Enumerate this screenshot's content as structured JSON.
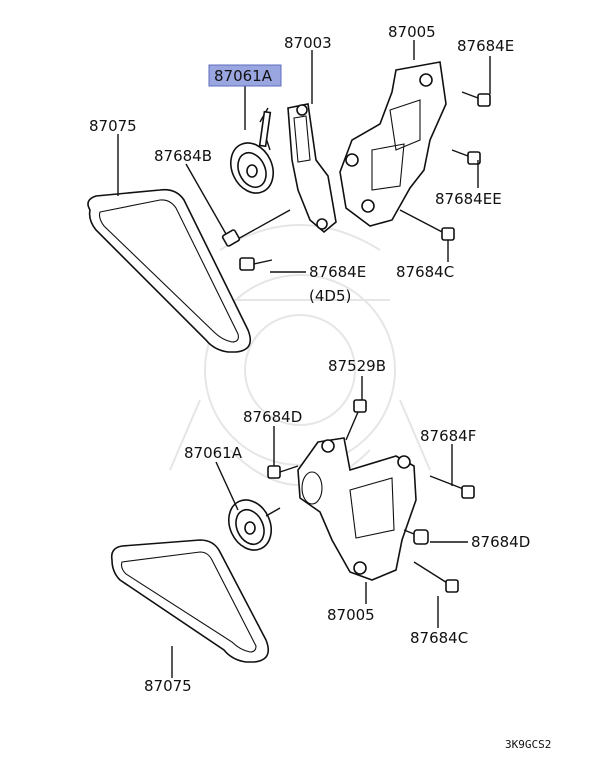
{
  "parts": {
    "top_pulley": "87061A",
    "top_bracket": "87003",
    "top_mount": "87005",
    "top_belt": "87075",
    "bolt_b": "87684B",
    "bolt_e_top": "87684E",
    "bolt_e_mid": "87684E",
    "engine_code": "(4D5)",
    "bolt_ee": "87684EE",
    "bolt_c_top": "87684C",
    "bolt_529b": "87529B",
    "bolt_d_left": "87684D",
    "bottom_pulley": "87061A",
    "bolt_f": "87684F",
    "bolt_d_right": "87684D",
    "bottom_mount": "87005",
    "bolt_c_bottom": "87684C",
    "bottom_belt": "87075"
  },
  "diagram_code": "3K9GCS2",
  "highlight_color": "#9aa6e0"
}
